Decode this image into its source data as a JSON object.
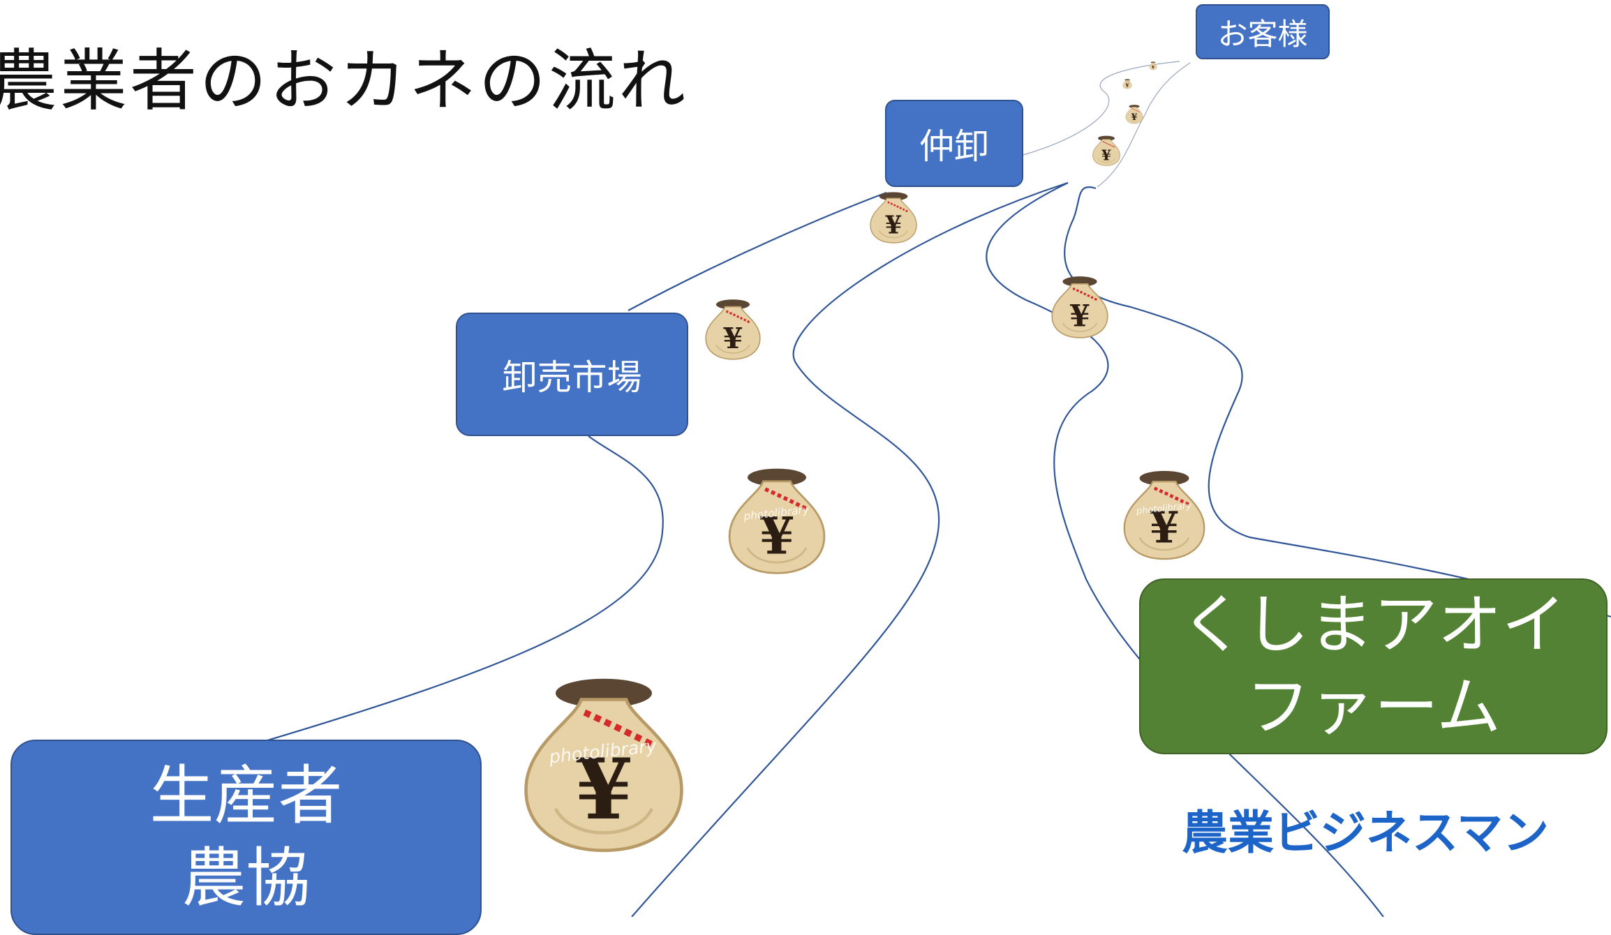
{
  "title": "農業者のおカネの流れ",
  "nodes": {
    "customer": "お客様",
    "nakaoroshi": "仲卸",
    "market": "卸売市場",
    "producer": "生産者\n農協",
    "farm": "くしまアオイ\nファーム"
  },
  "tagline": "農業ビジネスマン",
  "money_bag": {
    "symbol": "¥",
    "watermark": "photolibrary",
    "colors": {
      "bag": "#e6d2a6",
      "bag_shadow": "#b89a66",
      "top": "#5a4632",
      "ribbon_red": "#d42a2a",
      "ribbon_white": "#ffffff",
      "symbol": "#2b1d12"
    }
  },
  "colors": {
    "node_blue": "#4472c4",
    "node_green": "#548235",
    "line": "#2f5597",
    "tagline": "#1d64c8"
  }
}
